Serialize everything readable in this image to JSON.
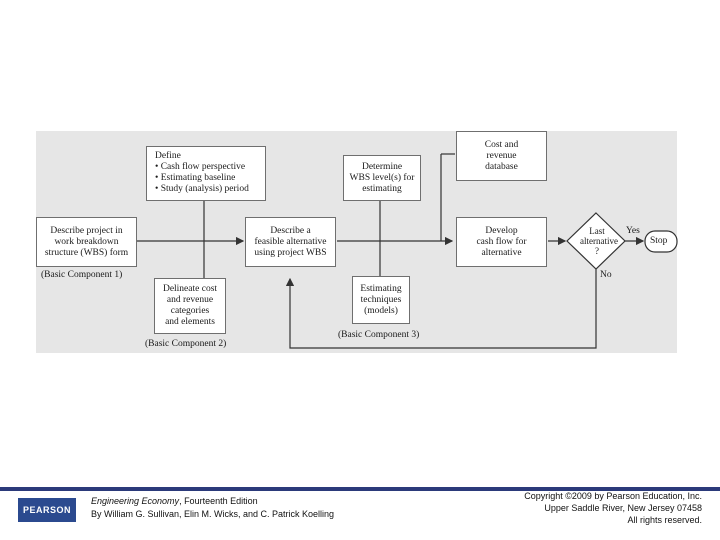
{
  "diagram": {
    "boxes": {
      "define": {
        "heading": "Define",
        "bullets": [
          "• Cash flow perspective",
          "• Estimating baseline",
          "• Study (analysis) period"
        ]
      },
      "wbs_level": [
        "Determine",
        "WBS level(s) for",
        "estimating"
      ],
      "cost_db": [
        "Cost and",
        "revenue",
        "database"
      ],
      "describe_project": [
        "Describe project in",
        "work breakdown",
        "structure (WBS) form"
      ],
      "feasible_alt": [
        "Describe a",
        "feasible alternative",
        "using project WBS"
      ],
      "cash_flow": [
        "Develop",
        "cash flow for",
        "alternative"
      ],
      "delineate": [
        "Delineate cost",
        "and revenue",
        "categories",
        "and elements"
      ],
      "techniques": [
        "Estimating",
        "techniques",
        "(models)"
      ]
    },
    "decision": [
      "Last",
      "alternative",
      "?"
    ],
    "stop": "Stop",
    "yes": "Yes",
    "no": "No",
    "captions": {
      "c1": "(Basic Component 1)",
      "c2": "(Basic Component 2)",
      "c3": "(Basic Component 3)"
    },
    "colors": {
      "panel": "#e6e6e6",
      "line": "#333333"
    }
  },
  "footer": {
    "logo": "PEARSON",
    "book_title": "Engineering Economy",
    "edition": ", Fourteenth Edition",
    "authors": "By William G. Sullivan, Elin M. Wicks, and C. Patrick Koelling",
    "copyright": [
      "Copyright ©2009 by Pearson Education, Inc.",
      "Upper Saddle River, New Jersey 07458",
      "All rights reserved."
    ],
    "accent_color": "#2b3a7a"
  }
}
